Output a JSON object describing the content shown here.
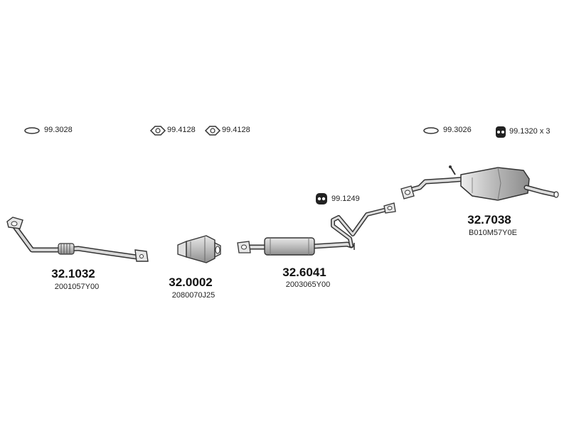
{
  "small_parts": {
    "gasket_front": "99.3028",
    "flange_gasket_1": "99.4128",
    "flange_gasket_2": "99.4128",
    "gasket_rear": "99.3026",
    "hanger_rear": "99.1320 x 3",
    "hanger_mid": "99.1249"
  },
  "main_parts": [
    {
      "number": "32.1032",
      "oe_code": "2001057Y00"
    },
    {
      "number": "32.0002",
      "oe_code": "2080070J25"
    },
    {
      "number": "32.6041",
      "oe_code": "2003065Y00"
    },
    {
      "number": "32.7038",
      "oe_code": "B010M57Y0E"
    }
  ],
  "colors": {
    "part_stroke": "#333333",
    "metal_fill": "#c8c8c8",
    "metal_dark": "#8a8a8a",
    "text": "#222222"
  }
}
